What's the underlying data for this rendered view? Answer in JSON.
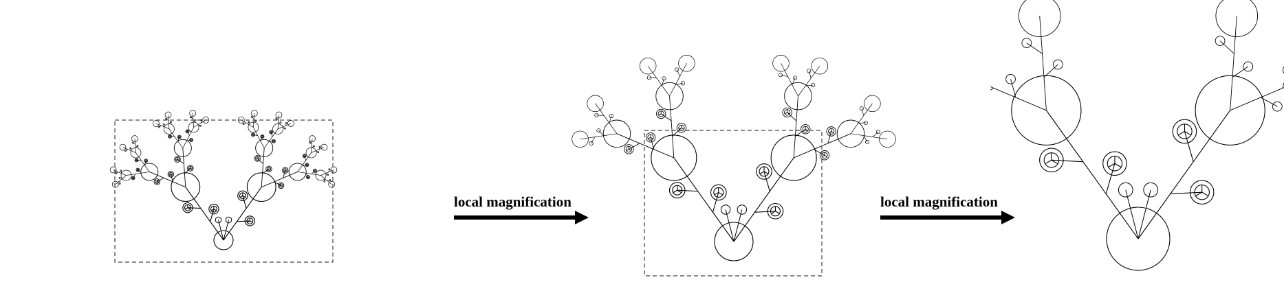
{
  "figure": {
    "steps": [
      {
        "label": "local magnification"
      },
      {
        "label": "local magnification"
      }
    ],
    "colors": {
      "stroke": "#000000",
      "background": "#ffffff",
      "dash_box": "#444444"
    },
    "panels": [
      {
        "description_name": "full-fractal-tree"
      },
      {
        "description_name": "magnified-tree"
      },
      {
        "description_name": "further-magnified-tree"
      }
    ]
  }
}
